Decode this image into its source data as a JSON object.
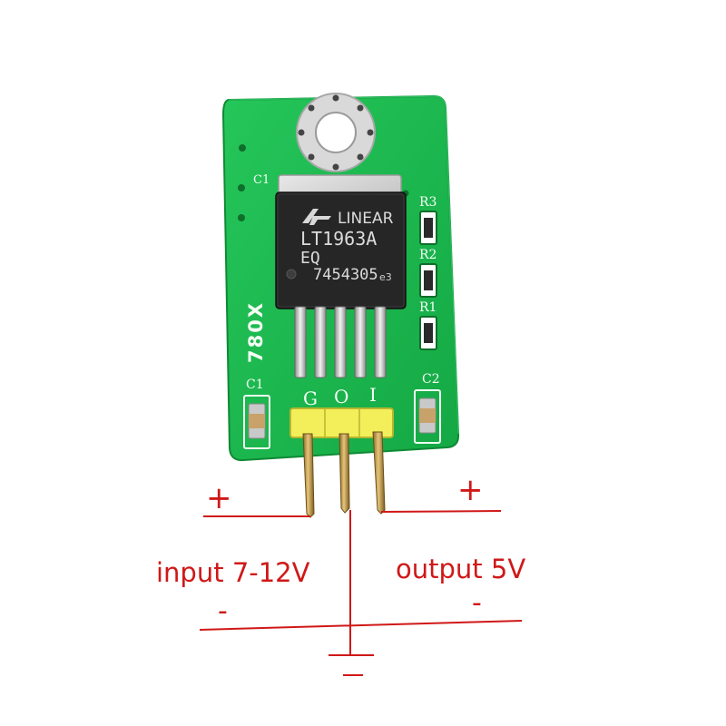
{
  "board": {
    "model": "780X",
    "chip": {
      "brand": "LINEAR",
      "part": "LT1963A",
      "suffix": "EQ",
      "lot": "7454305",
      "code": "e3"
    },
    "silkscreen": {
      "c1_top": "C1",
      "c1": "C1",
      "c2": "C2",
      "r1": "R1",
      "r2": "R2",
      "r3": "R3",
      "pin_g": "G",
      "pin_o": "O",
      "pin_i": "I"
    }
  },
  "annotations": {
    "input_plus": "+",
    "output_plus": "+",
    "input_label": "input 7-12V",
    "output_label": "output 5V",
    "input_minus": "-",
    "output_minus": "-"
  },
  "colors": {
    "pcb": "#1db84f",
    "pcb_dark": "#128a36",
    "annotation": "#d01818",
    "header": "#f3ef5a",
    "pin": "#c9a04a"
  }
}
